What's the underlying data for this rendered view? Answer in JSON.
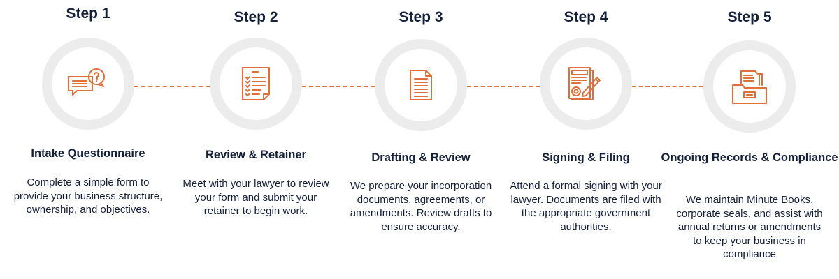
{
  "accent_color": "#e0703a",
  "ring_color": "#ececec",
  "steps": [
    {
      "label": "Step 1",
      "icon": "chat-question-icon",
      "heading": "Intake Questionnaire",
      "description": "Complete a simple form to provide your business structure, ownership, and objectives."
    },
    {
      "label": "Step 2",
      "icon": "checklist-document-icon",
      "heading": "Review & Retainer",
      "description": "Meet with your lawyer to review your form and submit your retainer to begin work."
    },
    {
      "label": "Step 3",
      "icon": "document-icon",
      "heading": "Drafting & Review",
      "description": "We prepare your incorporation documents, agreements, or amendments. Review drafts to ensure accuracy."
    },
    {
      "label": "Step 4",
      "icon": "contract-signing-icon",
      "heading": "Signing & Filing",
      "description": "Attend a formal signing with your lawyer. Documents are filed with the appropriate government authorities."
    },
    {
      "label": "Step 5",
      "icon": "file-folder-icon",
      "heading": "Ongoing Records & Compliance",
      "description": "We maintain Minute Books, corporate seals, and assist with annual returns or amendments to keep your business in compliance"
    }
  ]
}
